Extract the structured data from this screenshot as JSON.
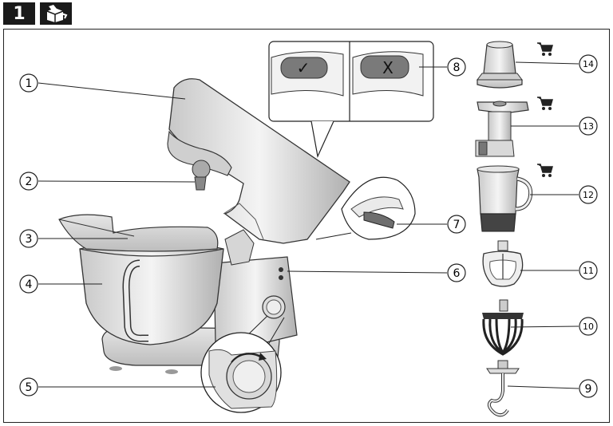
{
  "header": {
    "section_number": "1",
    "icon": "package-box-icon"
  },
  "callouts": [
    "1",
    "2",
    "3",
    "4",
    "5",
    "6",
    "7",
    "8",
    "9",
    "10",
    "11",
    "12",
    "13",
    "14"
  ],
  "inset_buttons": {
    "check_mark": "✓",
    "cross_mark": "X"
  },
  "cart_icon": "shopping-cart-icon"
}
